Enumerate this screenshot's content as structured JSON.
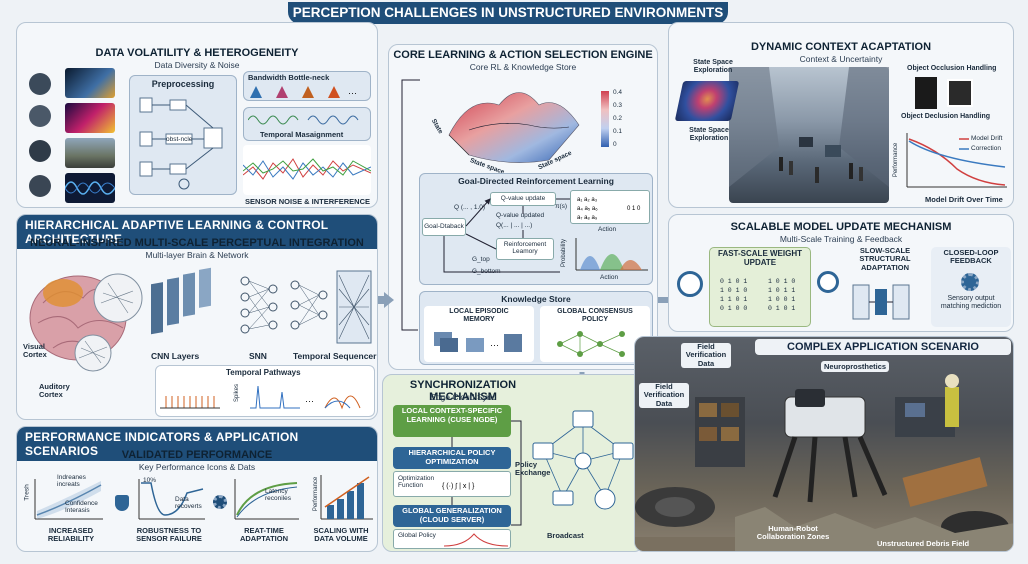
{
  "main_title": "PERCEPTION CHALLENGES IN UNSTRUCTURED ENVIRONMENTS",
  "data_volatility": {
    "title": "DATA VOLATILITY & HETEROGENEITY",
    "subtitle": "Data Diversity & Noise",
    "preprocessing": "Preprocessing",
    "obstacle_label": "obst-ncle",
    "bandwidth": "Bandwidth Bottle-neck",
    "temporal": "Temporal Masaignment",
    "sensor_noise": "SENSOR NOISE & INTERFERENCE"
  },
  "core_engine": {
    "title": "CORE LEARNING & ACTION SELECTION ENGINE",
    "subtitle": "Core RL & Knowledge Store",
    "axis_state1": "State",
    "axis_state2": "State space",
    "axis_state3": "State space",
    "colorbar": [
      "0.4",
      "0.3",
      "0.2",
      "0.1",
      "0"
    ],
    "gdrl_title": "Goal-Directed Reinforcement Learning",
    "goal_dtaback": "Goal-Dtaback",
    "q_value_update": "Q-value update",
    "q_value_updated": "Q-value updated",
    "q_formula": "Q(... | ... | ...)",
    "reinforcement": "Reinforcement Leamory",
    "q_start": "Q (... , 1.0)",
    "g_top": "G_top",
    "g_bottom": "G_bottom",
    "action_top": "Action",
    "action_bottom": "Action",
    "probability": "Probability",
    "pi_label": "π(s)",
    "knowledge_store": "Knowledge Store",
    "local_memory": "LOCAL EPISODIC MEMORY",
    "global_policy": "GLOBAL CONSENSUS POLICY"
  },
  "dynamic_context": {
    "title": "DYNAMIC CONTEXT ACAPTATION",
    "subtitle": "Context & Uncertainty",
    "state_space1": "State Space Exploration",
    "state_space2": "State Space Exploration",
    "occlusion1": "Object Occlusion Handling",
    "occlusion2": "Object Declusion Handling",
    "model_drift": "Model Drift",
    "correction": "Correction",
    "performance": "Performance",
    "drift_over_time": "Model Drift Over Time"
  },
  "hierarchical": {
    "bar_title": "HIERARCHICAL ADAPTIVE LEARNING & CONTROL ARCHITECTURE",
    "title": "NEURAL-INSPIRED MULTI-SCALE PERCEPTUAL INTEGRATION",
    "subtitle": "Multi-layer Brain & Network",
    "visual_cortex": "Visual Cortex",
    "auditory_cortex": "Auditory Cortex",
    "cnn": "CNN Layers",
    "snn": "SNN",
    "temporal": "Temporal",
    "sequencer": "Sequencer",
    "temporal_pathways": "Temporal Pathways",
    "spikes": "Spikes"
  },
  "scalable": {
    "title": "SCALABLE MODEL UPDATE MECHANISM",
    "subtitle": "Multi-Scale Training & Feedback",
    "fast": "FAST-SCALE WEIGHT UPDATE",
    "slow": "SLOW-SCALE STRUCTURAL ADAPTATION",
    "closed": "CLOSED-LOOP FEEDBACK",
    "sensory": "Sensory output matching mediction",
    "matrix1": [
      "0 1 0 1",
      "1 0 1 0",
      "1 1 0 1",
      "0 1 0 0"
    ],
    "matrix2": [
      "1 0 1 0",
      "1 0 1 1",
      "1 0 0 1",
      "0 1 0 1"
    ]
  },
  "performance": {
    "bar_title": "PERFORMANCE INDICATORS & APPLICATION SCENARIOS",
    "title": "VALIDATED PERFORMANCE",
    "subtitle": "Key Performance Icons & Dats",
    "increases": "Indreanes increats",
    "confidence": "Confidence Interasis",
    "thresh": "Tresh",
    "ten_pct": "10%",
    "data_recovery": "Data recoverts",
    "latency": "Latency reconiles",
    "perf_axis": "Performance",
    "items": [
      "INCREASED RELIABILITY",
      "ROBUSTNESS TO SENSOR FAILURE",
      "REAT-TIME ADAPTATION",
      "SCALING WITH DATA VOLUME"
    ]
  },
  "sync": {
    "title": "SYNCHRONIZATION MECHANISM",
    "subtitle": "Edge Cloud Sync",
    "local": "LOCAL CONTEXT-SPECIFIC LEARNING (CUSE NGDE)",
    "hier_policy": "HIERARCHICAL POLICY OPTIMIZATION",
    "opt_function": "Optimization Function",
    "global_gen": "GLOBAL GENERALIZATION (CLOUD SERVER)",
    "global_policy": "Global Policy",
    "policy_exchange": "Policy Exchange",
    "broadcast": "Broadcast"
  },
  "application": {
    "title": "COMPLEX APPLICATION SCENARIO",
    "field1": "Field Verification Data",
    "field2": "Field Verification Data",
    "neuroprosthetics": "Neuroprosthetics",
    "hrc": "Human-Robot Collaboration Zones",
    "debris": "Unstructured Debris Field"
  }
}
